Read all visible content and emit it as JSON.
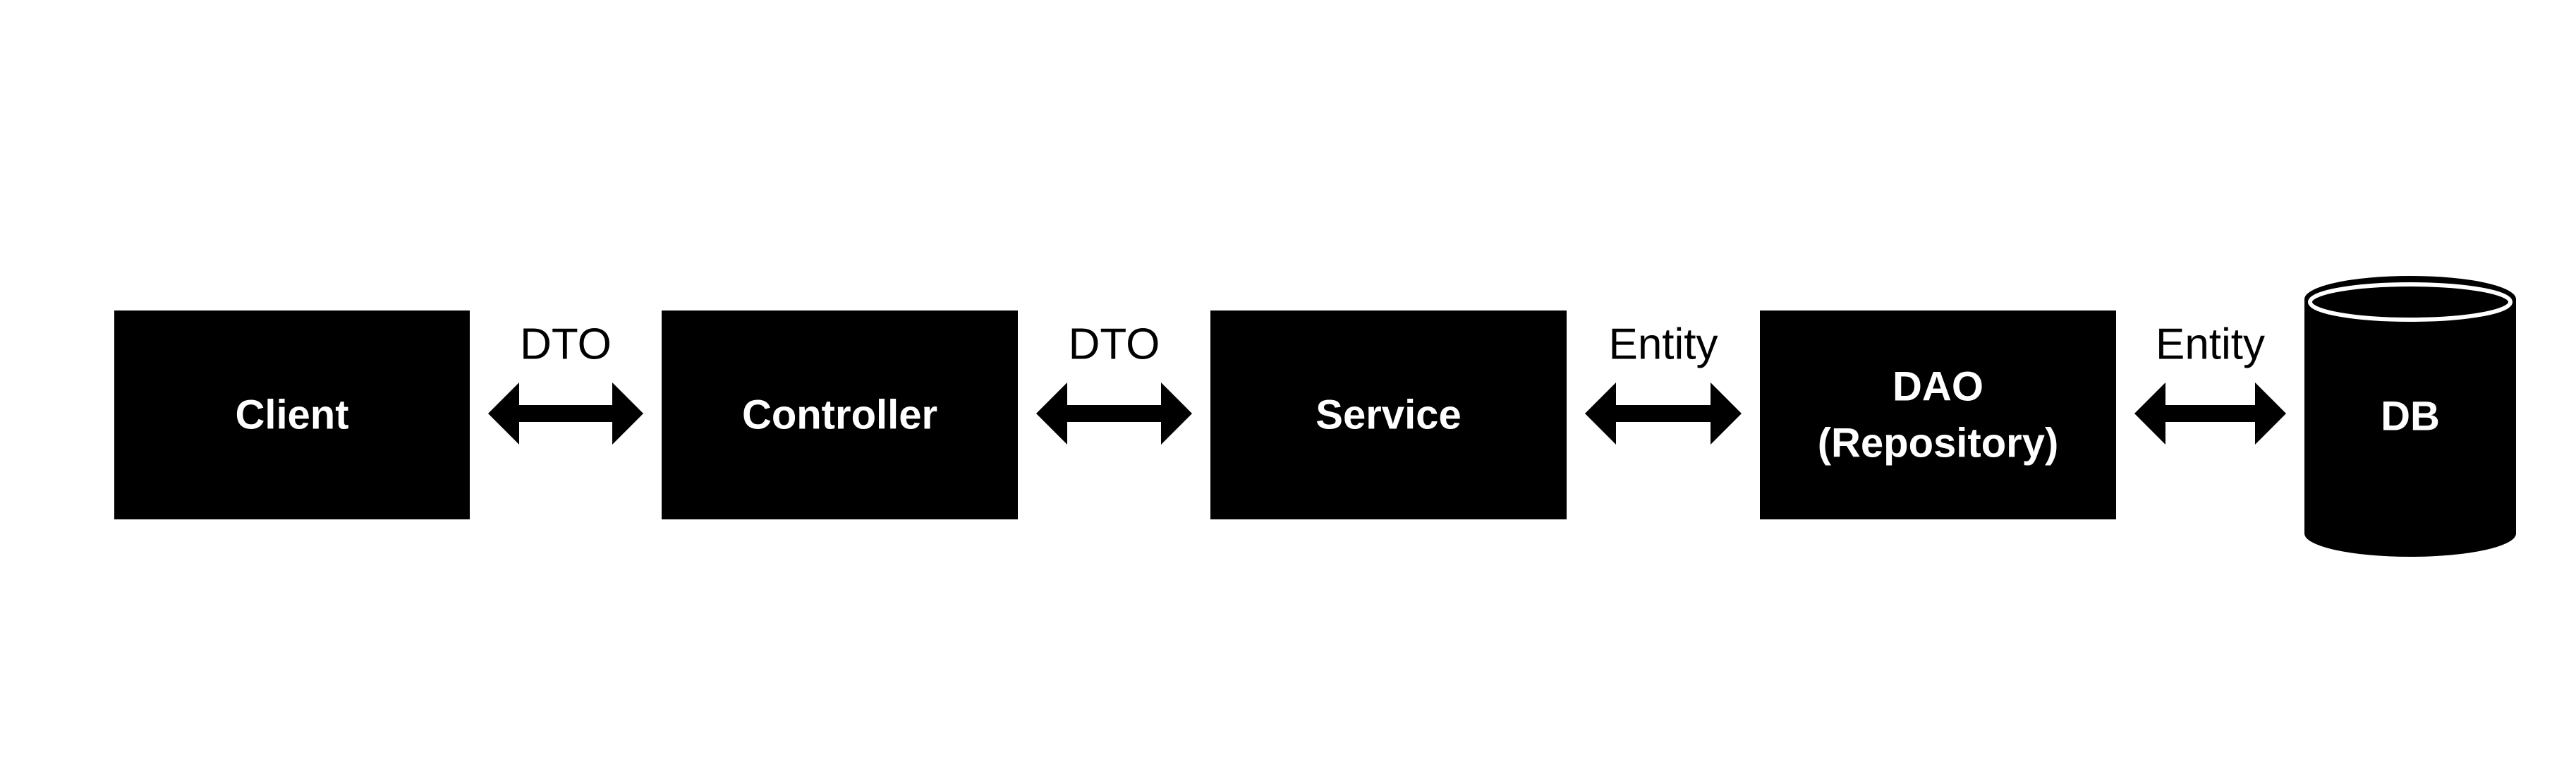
{
  "diagram": {
    "colors": {
      "background": "#ffffff",
      "node_fill": "#000000",
      "node_text": "#ffffff",
      "arrow": "#000000",
      "edge_text": "#000000",
      "db_outline": "#ffffff"
    },
    "nodes": [
      {
        "id": "client",
        "shape": "rectangle",
        "lines": [
          "Client"
        ]
      },
      {
        "id": "controller",
        "shape": "rectangle",
        "lines": [
          "Controller"
        ]
      },
      {
        "id": "service",
        "shape": "rectangle",
        "lines": [
          "Service"
        ]
      },
      {
        "id": "dao",
        "shape": "rectangle",
        "lines": [
          "DAO",
          "(Repository)"
        ]
      },
      {
        "id": "db",
        "shape": "cylinder",
        "lines": [
          "DB"
        ]
      }
    ],
    "edges": [
      {
        "from": "client",
        "to": "controller",
        "label": "DTO",
        "direction": "both"
      },
      {
        "from": "controller",
        "to": "service",
        "label": "DTO",
        "direction": "both"
      },
      {
        "from": "service",
        "to": "dao",
        "label": "Entity",
        "direction": "both"
      },
      {
        "from": "dao",
        "to": "db",
        "label": "Entity",
        "direction": "both"
      }
    ]
  }
}
